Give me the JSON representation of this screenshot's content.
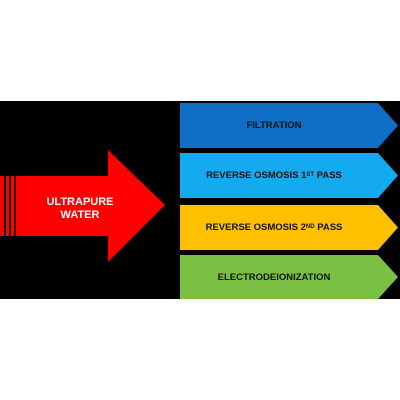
{
  "main_arrow": {
    "line1": "ULTRAPURE",
    "line2": "WATER",
    "color": "#ff0000"
  },
  "steps": [
    {
      "pre": "FILTRATION",
      "sup": "",
      "post": "",
      "color": "#0f6fc6"
    },
    {
      "pre": "REVERSE OSMOSIS 1",
      "sup": "ST",
      "post": " PASS",
      "color": "#14aaf0"
    },
    {
      "pre": "REVERSE OSMOSIS 2",
      "sup": "ND",
      "post": " PASS",
      "color": "#ffc000"
    },
    {
      "pre": "ELECTRODEIONIZATION",
      "sup": "",
      "post": "",
      "color": "#7ac143"
    }
  ]
}
